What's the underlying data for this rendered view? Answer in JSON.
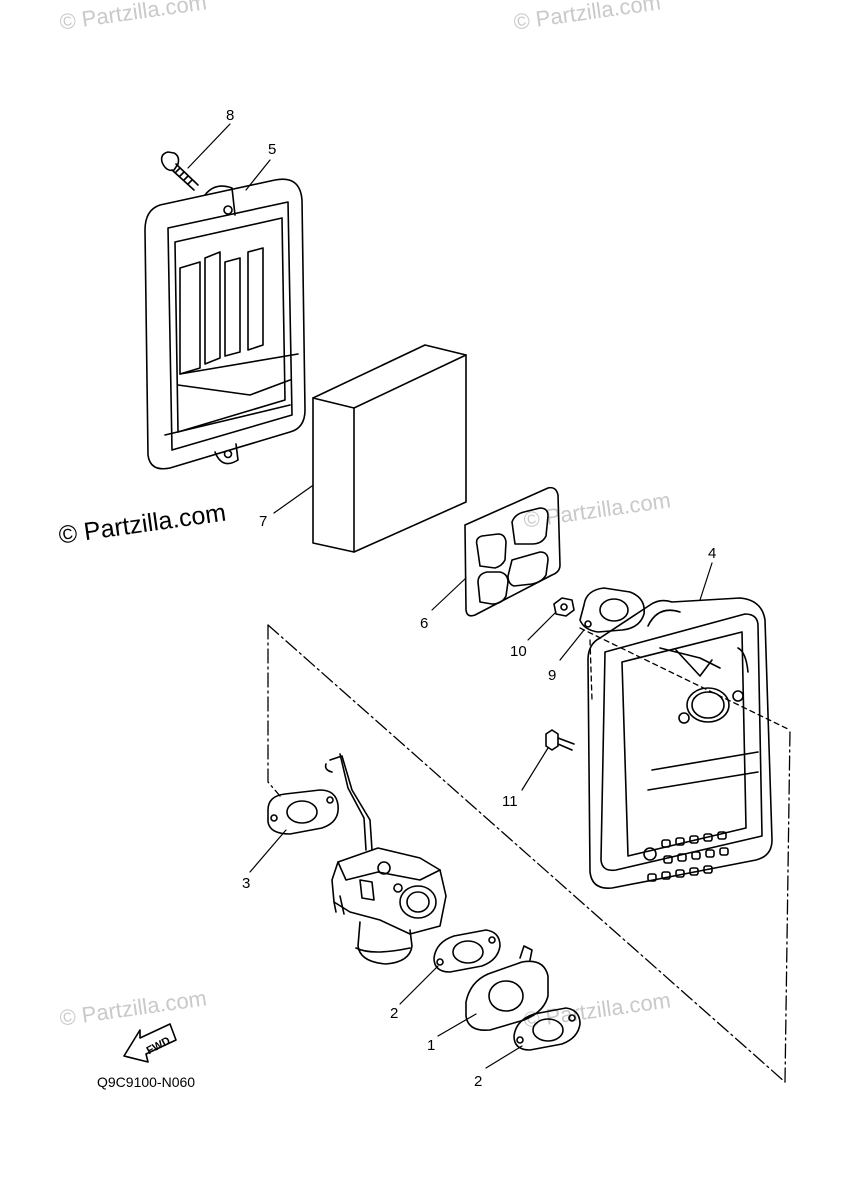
{
  "watermarks": {
    "faint": "© Partzilla.com",
    "strong": "© Partzilla.com"
  },
  "diagram_code": "Q9C9100-N060",
  "fwd_label": "FWD",
  "callouts": {
    "c1": "1",
    "c2a": "2",
    "c2b": "2",
    "c3": "3",
    "c4": "4",
    "c5": "5",
    "c6": "6",
    "c7": "7",
    "c8": "8",
    "c9": "9",
    "c10": "10",
    "c11": "11"
  }
}
